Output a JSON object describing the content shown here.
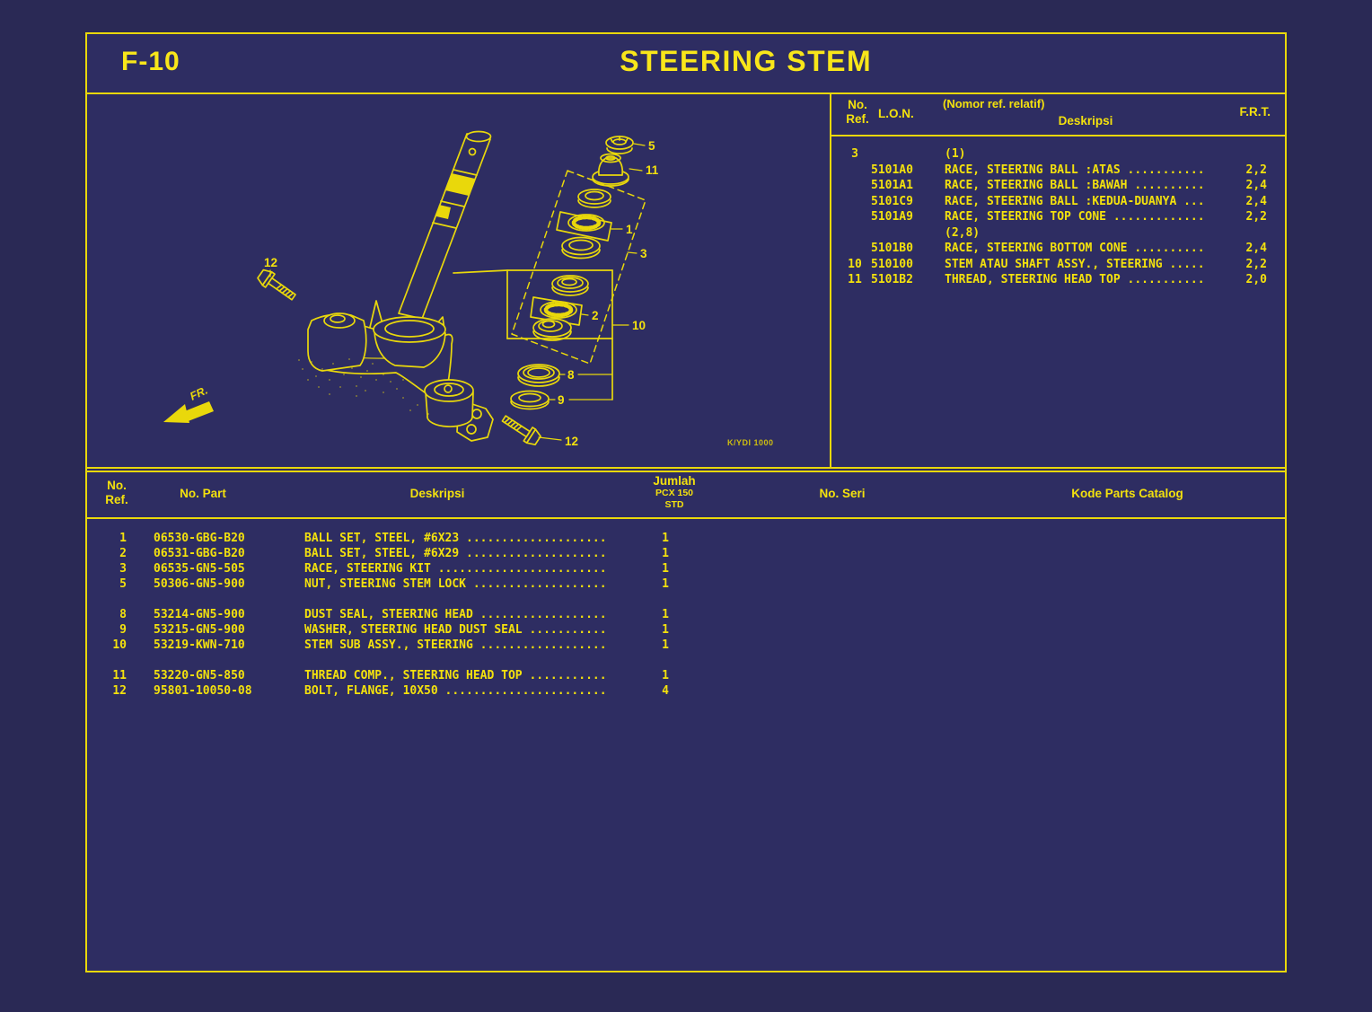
{
  "window": {
    "code": "F-10",
    "title": "STEERING STEM"
  },
  "diagram": {
    "callouts": {
      "c1": "1",
      "c2": "2",
      "c3": "3",
      "c5": "5",
      "c8": "8",
      "c9": "9",
      "c10": "10",
      "c11": "11",
      "c12a": "12",
      "c12b": "12"
    },
    "fr_label": "FR.",
    "plate_code": "K/YDI 1000"
  },
  "ref_table": {
    "headers": {
      "no_ref_line1": "No.",
      "no_ref_line2": "Ref.",
      "lon": "L.O.N.",
      "note": "(Nomor ref. relatif)",
      "deskripsi": "Deskripsi",
      "frt": "F.R.T."
    },
    "rows": [
      {
        "ref": "3",
        "lon": "",
        "desc": "(1)",
        "frt": ""
      },
      {
        "ref": "",
        "lon": "5101A0",
        "desc": "RACE, STEERING BALL :ATAS ...........",
        "frt": "2,2"
      },
      {
        "ref": "",
        "lon": "5101A1",
        "desc": "RACE, STEERING BALL :BAWAH ..........",
        "frt": "2,4"
      },
      {
        "ref": "",
        "lon": "5101C9",
        "desc": "RACE, STEERING BALL :KEDUA-DUANYA ...",
        "frt": "2,4"
      },
      {
        "ref": "",
        "lon": "5101A9",
        "desc": "RACE, STEERING TOP CONE .............",
        "frt": "2,2"
      },
      {
        "ref": "",
        "lon": "",
        "desc": "(2,8)",
        "frt": ""
      },
      {
        "ref": "",
        "lon": "5101B0",
        "desc": "RACE, STEERING BOTTOM CONE ..........",
        "frt": "2,4"
      },
      {
        "ref": "10",
        "lon": "510100",
        "desc": "STEM ATAU SHAFT ASSY., STEERING .....",
        "frt": "2,2"
      },
      {
        "ref": "11",
        "lon": "5101B2",
        "desc": "THREAD, STEERING HEAD TOP ...........",
        "frt": "2,0"
      }
    ]
  },
  "parts_table": {
    "headers": {
      "no_ref_line1": "No.",
      "no_ref_line2": "Ref.",
      "no_part": "No. Part",
      "deskripsi": "Deskripsi",
      "jumlah": "Jumlah",
      "jumlah_model": "PCX 150",
      "jumlah_std": "STD",
      "no_seri": "No. Seri",
      "kode": "Kode Parts Catalog"
    },
    "rows": [
      {
        "ref": "1",
        "part": "06530-GBG-B20",
        "desc": "BALL SET, STEEL, #6X23 ....................",
        "qty": "1"
      },
      {
        "ref": "2",
        "part": "06531-GBG-B20",
        "desc": "BALL SET, STEEL, #6X29 ....................",
        "qty": "1"
      },
      {
        "ref": "3",
        "part": "06535-GN5-505",
        "desc": "RACE, STEERING KIT ........................",
        "qty": "1"
      },
      {
        "ref": "5",
        "part": "50306-GN5-900",
        "desc": "NUT, STEERING STEM LOCK ...................",
        "qty": "1"
      },
      {
        "ref": "8",
        "part": "53214-GN5-900",
        "desc": "DUST SEAL, STEERING HEAD ..................",
        "qty": "1"
      },
      {
        "ref": "9",
        "part": "53215-GN5-900",
        "desc": "WASHER, STEERING HEAD DUST SEAL ...........",
        "qty": "1"
      },
      {
        "ref": "10",
        "part": "53219-KWN-710",
        "desc": "STEM SUB ASSY., STEERING ..................",
        "qty": "1"
      },
      {
        "ref": "11",
        "part": "53220-GN5-850",
        "desc": "THREAD COMP., STEERING HEAD TOP ...........",
        "qty": "1"
      },
      {
        "ref": "12",
        "part": "95801-10050-08",
        "desc": "BOLT, FLANGE, 10X50 .......................",
        "qty": "4"
      }
    ]
  }
}
